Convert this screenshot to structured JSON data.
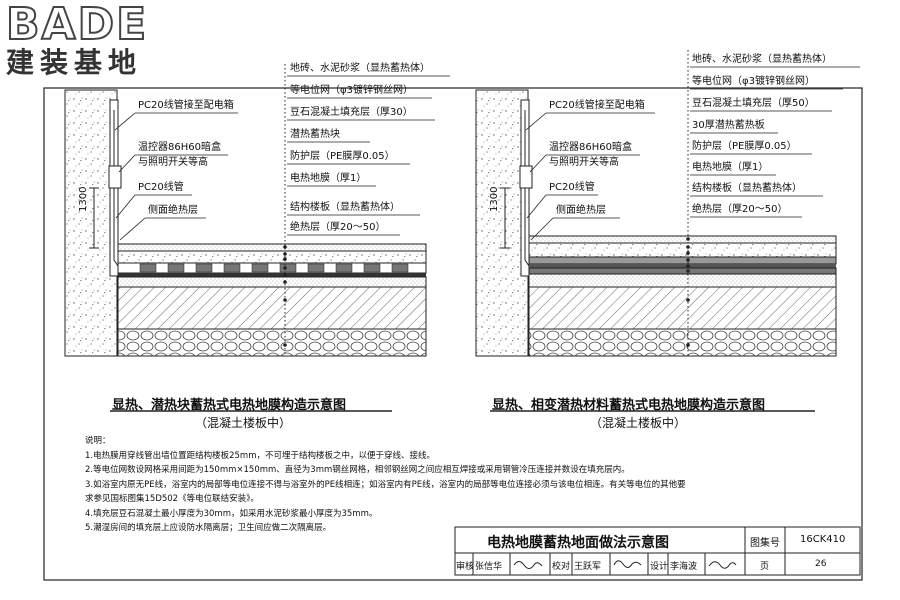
{
  "logo": {
    "en": "BADE",
    "zh": "建装基地"
  },
  "left": {
    "layers": [
      "地砖、水泥砂浆（显热蓄热体）",
      "等电位网（φ3镀锌钢丝网）",
      "豆石混凝土填充层（厚30）",
      "潜热蓄热块",
      "防护层（PE膜厚0.05）",
      "电热地膜（厚1）",
      "结构楼板（显热蓄热体）",
      "绝热层（厚20～50）"
    ],
    "side": [
      "PC20线管接至配电箱",
      "温控器86H60暗盒",
      "与照明开关等高",
      "PC20线管",
      "侧面绝热层"
    ],
    "dim": "1300",
    "caption": "显热、潜热块蓄热式电热地膜构造示意图",
    "sub": "（混凝土楼板中）"
  },
  "right": {
    "layers": [
      "地砖、水泥砂浆（显热蓄热体）",
      "等电位网（φ3镀锌钢丝网）",
      "豆石混凝土填充层（厚50）",
      "30厚潜热蓄热板",
      "防护层（PE膜厚0.05）",
      "电热地膜（厚1）",
      "结构楼板（显热蓄热体）",
      "绝热层（厚20～50）"
    ],
    "side": [
      "PC20线管接至配电箱",
      "温控器86H60暗盒",
      "与照明开关等高",
      "PC20线管",
      "侧面绝热层"
    ],
    "dim": "1300",
    "caption": "显热、相变潜热材料蓄热式电热地膜构造示意图",
    "sub": "（混凝土楼板中）"
  },
  "notes": {
    "title": "说明：",
    "items": [
      "1.电热膜用穿线管出墙位置距结构楼板25mm，不可埋于结构楼板之中，以便于穿线、接线。",
      "2.等电位网数设网格采用间距为150mm×150mm、直径为3mm钢丝网格，相邻钢丝网之间应相互焊接或采用钢管冷压连接并数设在填充层内。",
      "3.如浴室内原无PE线，浴室内的局部等电位连接不得与浴室外的PE线相连；如浴室内有PE线，浴室内的局部等电位连接必须与该电位相连。有关等电位的其他要",
      "   求参见国标图集15D502《等电位联结安装》。",
      "4.填充层豆石混凝土最小厚度为30mm，如采用水泥砂浆最小厚度为35mm。",
      "5.潮湿房间的填充层上应设防水隔离层；卫生间应做二次隔离层。"
    ]
  },
  "titleblock": {
    "title": "电热地膜蓄热地面做法示意图",
    "atlas_label": "图集号",
    "atlas_no": "16CK410",
    "review_label": "审核",
    "review_name": "张信华",
    "check_label": "校对",
    "check_name": "王跃军",
    "design_label": "设计",
    "design_name": "李海波",
    "page_label": "页",
    "page_no": "26"
  }
}
